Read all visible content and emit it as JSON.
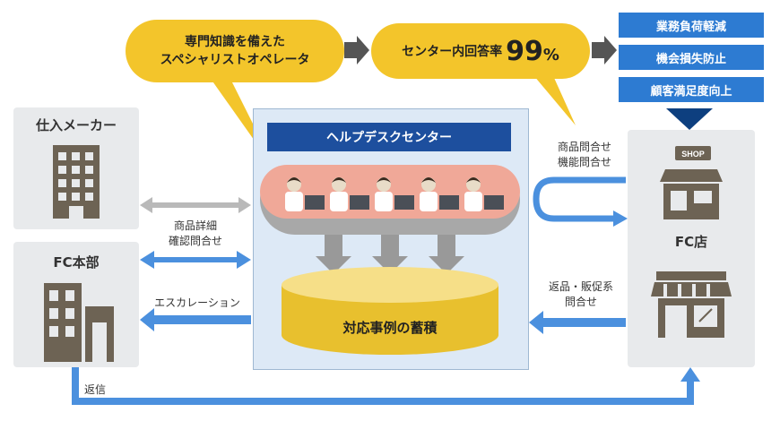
{
  "bubbles": {
    "experts_line1": "専門知識を備えた",
    "experts_line2": "スペシャリストオペレータ",
    "rate_text": "センター内回答率",
    "rate_value": "99",
    "rate_unit": "%"
  },
  "benefits": [
    "業務負荷軽減",
    "機会損失防止",
    "顧客満足度向上"
  ],
  "nodes": {
    "maker": "仕入メーカー",
    "hq": "FC本部",
    "store": "FC店",
    "helpdesk": "ヘルプデスクセンター",
    "knowledge": "対応事例の蓄積",
    "shop_sign": "SHOP"
  },
  "flows": {
    "maker_line1": "商品詳細",
    "maker_line2": "確認問合せ",
    "escalation": "エスカレーション",
    "product_line1": "商品問合せ",
    "product_line2": "機能問合せ",
    "return_line1": "返品・販促系",
    "return_line2": "問合せ",
    "reply": "返信"
  },
  "colors": {
    "yellow": "#f3c52b",
    "blue": "#4b90de",
    "navy": "#1d4f9e",
    "arrow_gray": "#999999",
    "salmon": "#f0a898"
  }
}
